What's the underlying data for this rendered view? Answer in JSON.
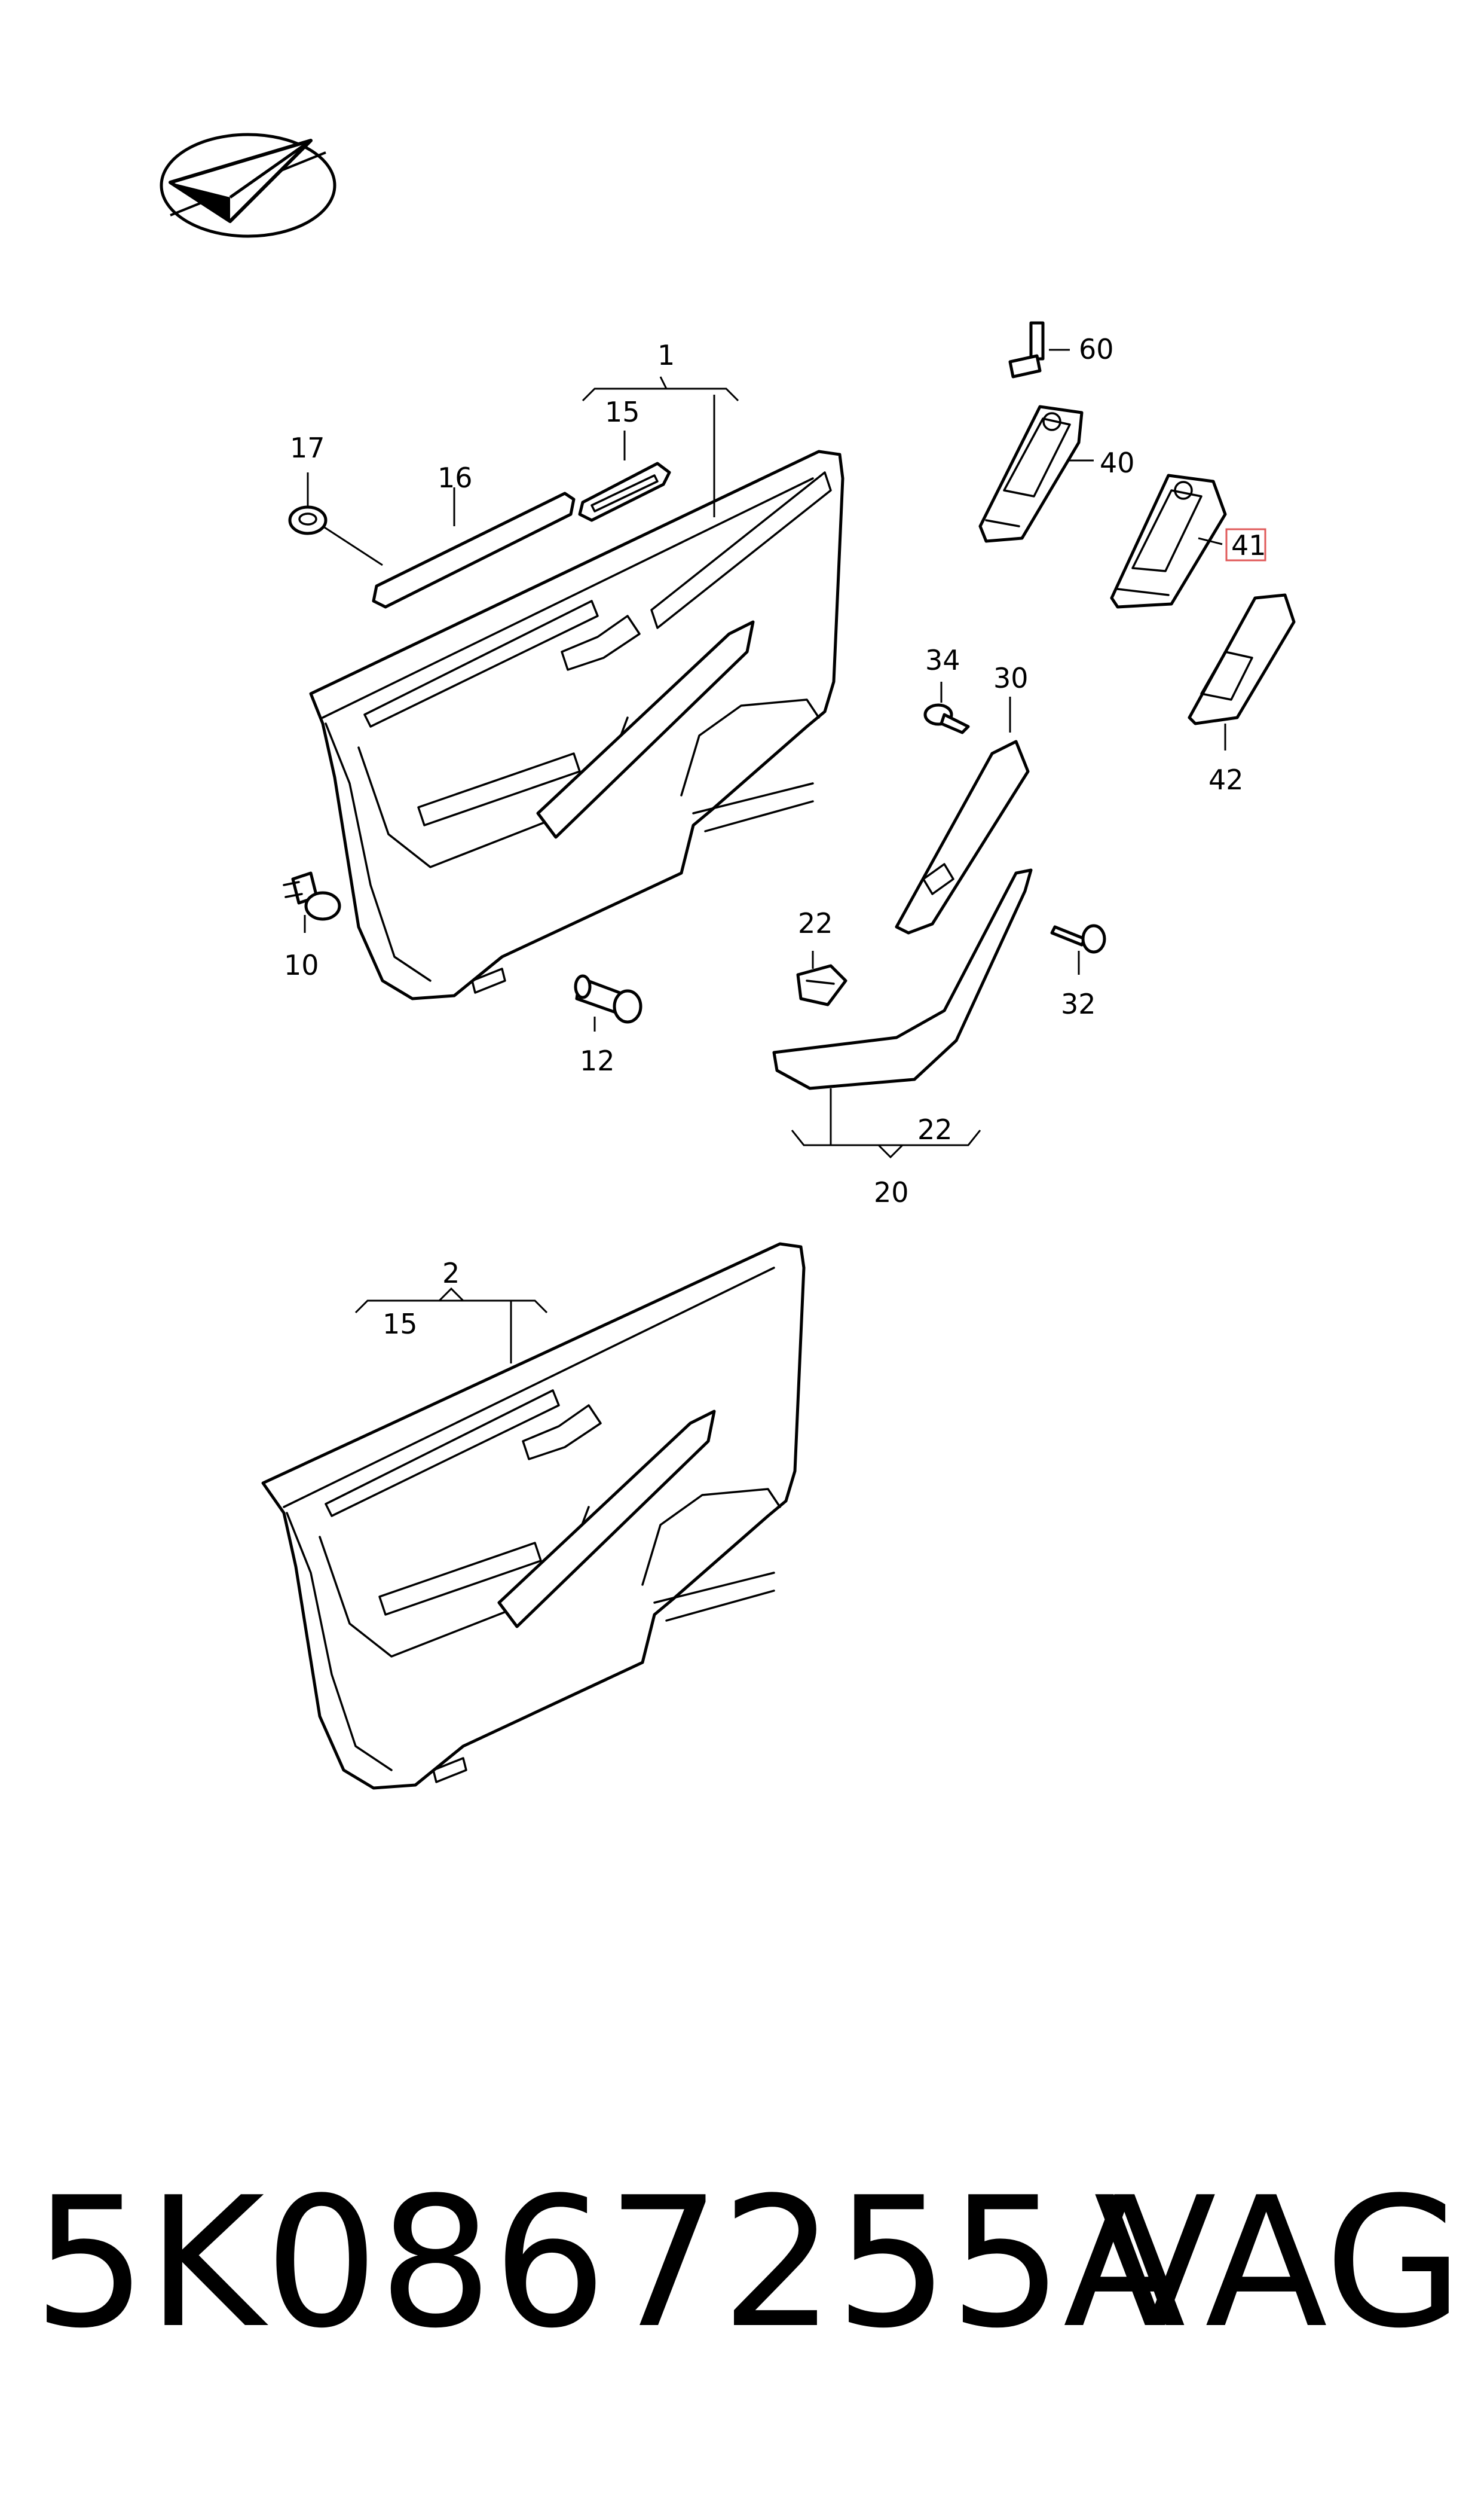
{
  "callouts": {
    "c1": "1",
    "c2": "2",
    "c10": "10",
    "c12": "12",
    "c15a": "15",
    "c15b": "15",
    "c16": "16",
    "c17": "17",
    "c20": "20",
    "c22a": "22",
    "c22b": "22",
    "c30": "30",
    "c32": "32",
    "c34": "34",
    "c40": "40",
    "c41": "41",
    "c42": "42",
    "c60": "60"
  },
  "highlight": {
    "callout": "41",
    "color": "#e05a5a"
  },
  "footer": {
    "part_number": "5K0867255A",
    "brand": "VAG"
  },
  "icons": {
    "logo": "paper-plane-logo-icon"
  }
}
